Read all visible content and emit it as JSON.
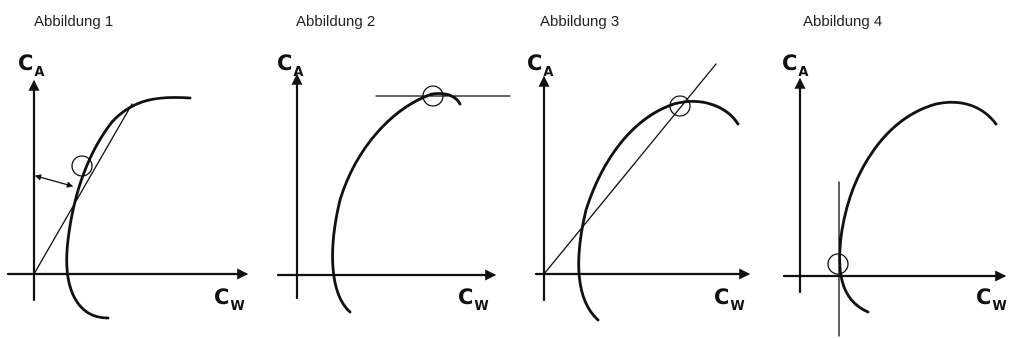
{
  "figures": [
    {
      "caption": "Abbildung 1",
      "y_axis": {
        "main": "C",
        "sub": "A"
      },
      "x_axis": {
        "main": "C",
        "sub": "W"
      }
    },
    {
      "caption": "Abbildung 2",
      "y_axis": {
        "main": "C",
        "sub": "A"
      },
      "x_axis": {
        "main": "C",
        "sub": "W"
      }
    },
    {
      "caption": "Abbildung 3",
      "y_axis": {
        "main": "C",
        "sub": "A"
      },
      "x_axis": {
        "main": "C",
        "sub": "W"
      }
    },
    {
      "caption": "Abbildung 4",
      "y_axis": {
        "main": "C",
        "sub": "A"
      },
      "x_axis": {
        "main": "C",
        "sub": "W"
      }
    }
  ],
  "colors": {
    "ink": "#111111",
    "background": "#ffffff"
  }
}
